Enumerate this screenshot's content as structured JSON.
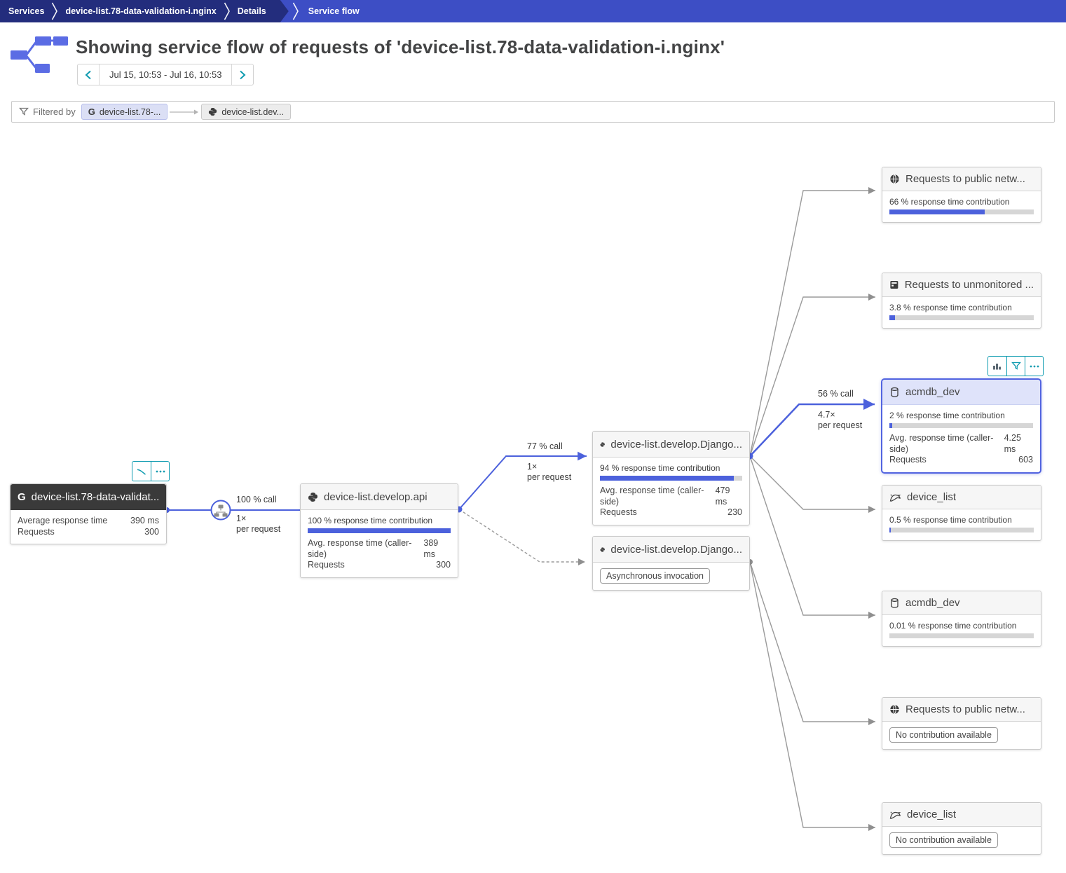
{
  "breadcrumb": {
    "items": [
      "Services",
      "device-list.78-data-validation-i.nginx",
      "Details",
      "Service flow"
    ]
  },
  "header": {
    "title": "Showing service flow of requests of 'device-list.78-data-validation-i.nginx'",
    "date_range": "Jul 15, 10:53 - Jul 16, 10:53"
  },
  "filter": {
    "label": "Filtered by",
    "chips": [
      {
        "label": "device-list.78-...",
        "icon": "nginx-icon"
      },
      {
        "label": "device-list.dev...",
        "icon": "python-icon"
      }
    ]
  },
  "edges": {
    "source_to_api": {
      "call": "100 % call",
      "multiplier": "1×",
      "per": "per request"
    },
    "api_to_django": {
      "call": "77 % call",
      "multiplier": "1×",
      "per": "per request"
    },
    "django_to_acmdb": {
      "call": "56 % call",
      "multiplier": "4.7×",
      "per": "per request"
    }
  },
  "nodes": {
    "source": {
      "title": "device-list.78-data-validat...",
      "icon": "nginx-icon",
      "metrics": [
        {
          "label": "Average response time",
          "value": "390 ms"
        },
        {
          "label": "Requests",
          "value": "300"
        }
      ]
    },
    "api": {
      "title": "device-list.develop.api",
      "icon": "python-icon",
      "contribution": "100 % response time contribution",
      "contribution_pct": 100,
      "metrics": [
        {
          "label": "Avg. response time (caller-side)",
          "value": "389 ms"
        },
        {
          "label": "Requests",
          "value": "300"
        }
      ]
    },
    "django": {
      "title": "device-list.develop.Django...",
      "icon": "python-icon",
      "contribution": "94 % response time contribution",
      "contribution_pct": 94,
      "metrics": [
        {
          "label": "Avg. response time (caller-side)",
          "value": "479 ms"
        },
        {
          "label": "Requests",
          "value": "230"
        }
      ]
    },
    "django_async": {
      "title": "device-list.develop.Django...",
      "icon": "python-icon",
      "badge": "Asynchronous invocation"
    },
    "targets": [
      {
        "title": "Requests to public netw...",
        "icon": "globe-icon",
        "contribution": "66 % response time contribution",
        "contribution_pct": 66
      },
      {
        "title": "Requests to unmonitored ...",
        "icon": "host-icon",
        "contribution": "3.8 % response time contribution",
        "contribution_pct": 4
      },
      {
        "title": "acmdb_dev",
        "icon": "database-icon",
        "contribution": "2 % response time contribution",
        "contribution_pct": 2,
        "selected": true,
        "metrics": [
          {
            "label": "Avg. response time (caller-side)",
            "value": "4.25 ms"
          },
          {
            "label": "Requests",
            "value": "603"
          }
        ]
      },
      {
        "title": "device_list",
        "icon": "mysql-icon",
        "contribution": "0.5 % response time contribution",
        "contribution_pct": 1
      },
      {
        "title": "acmdb_dev",
        "icon": "database-icon",
        "contribution": "0.01 % response time contribution",
        "contribution_pct": 0
      },
      {
        "title": "Requests to public netw...",
        "icon": "globe-icon",
        "badge": "No contribution available"
      },
      {
        "title": "device_list",
        "icon": "mysql-icon",
        "badge": "No contribution available"
      }
    ]
  },
  "colors": {
    "accent_blue": "#4c61dc",
    "selected_border": "#5264e0",
    "selected_header_bg": "#dfe3fa",
    "edge_gray": "#9a9a9a",
    "teal_controls": "#0e9bb0",
    "breadcrumb_bg": "#3d4ec5",
    "breadcrumb_dark": "#232d7d",
    "dark_node_header": "#3a3a3a",
    "bar_track": "#d6d6d6"
  }
}
